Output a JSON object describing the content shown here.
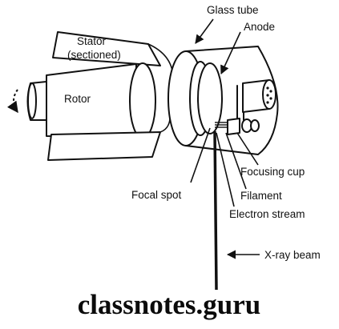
{
  "labels": {
    "glass_tube": "Glass tube",
    "anode": "Anode",
    "stator_line1": "Stator",
    "stator_line2": "(sectioned)",
    "rotor": "Rotor",
    "focusing_cup": "Focusing cup",
    "focal_spot": "Focal spot",
    "filament": "Filament",
    "electron_stream": "Electron stream",
    "xray_beam": "X-ray beam"
  },
  "watermark": "classnotes.guru",
  "colors": {
    "ink": "#111111",
    "background": "#ffffff"
  }
}
